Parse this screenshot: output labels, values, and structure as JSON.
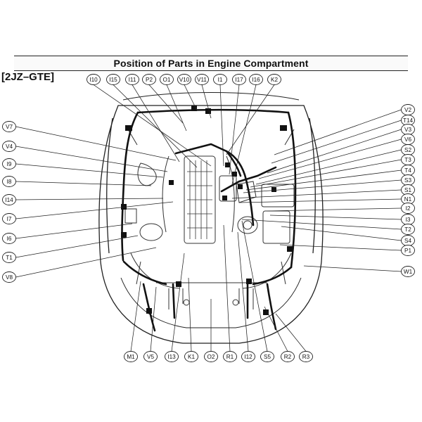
{
  "title": "Position of Parts in Engine Compartment",
  "model": "[2JZ–GTE]",
  "colors": {
    "line": "#222222",
    "background": "#ffffff"
  },
  "top_labels": [
    "I10",
    "I15",
    "I11",
    "P2",
    "O1",
    "V10",
    "V11",
    "I1",
    "I17",
    "I16",
    "K2"
  ],
  "left_labels": [
    "V7",
    "V4",
    "I9",
    "I8",
    "I14",
    "I7",
    "I6",
    "T1",
    "V8"
  ],
  "right_labels": [
    "V2",
    "T14",
    "V3",
    "V6",
    "S2",
    "T3",
    "T4",
    "S3",
    "S1",
    "N1",
    "I2",
    "I3",
    "T2",
    "S4",
    "P1",
    "W1"
  ],
  "bottom_labels": [
    "M1",
    "V5",
    "I13",
    "K1",
    "O2",
    "R1",
    "I12",
    "S5",
    "R2",
    "R3"
  ]
}
